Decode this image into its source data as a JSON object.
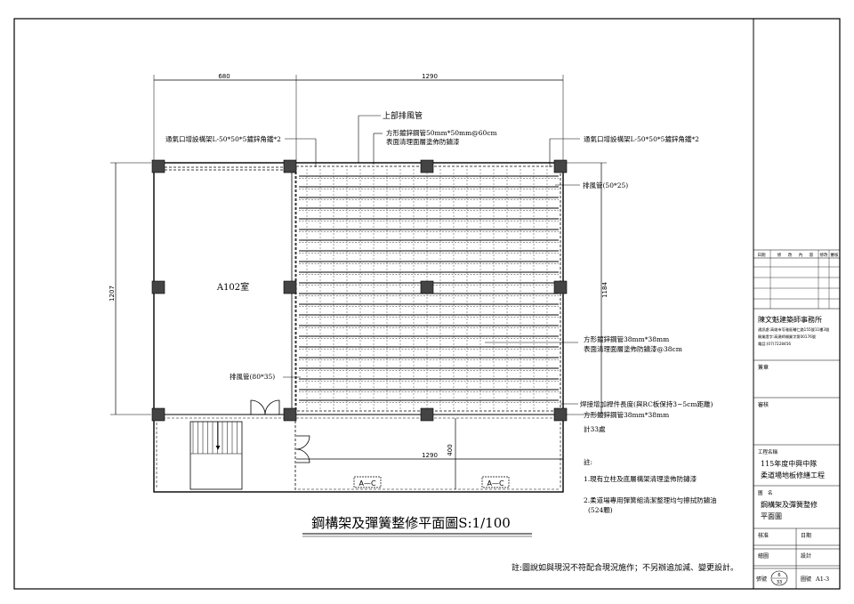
{
  "drawing": {
    "title": "鋼構架及彈簧整修平面圖S:1/100",
    "room_label": "A102室",
    "dimensions": {
      "left_width": "680",
      "right_width": "1290",
      "bottom_width": "1290",
      "left_height": "1207",
      "right_height": "1184",
      "bottom_height": "400"
    },
    "annotations": {
      "upper_exhaust": "上部排風管",
      "square_pipe_50": "方形鍍鋅鋼管50mm*50mm@60cm",
      "surface_treatment_1": "表面清理面層塗佈防鏽漆",
      "vent_frame_left": "通氣口增設構架L-50*50*5鍍鋅角鐵*2",
      "vent_frame_right": "通氣口增設構架L-50*50*5鍍鋅角鐵*2",
      "exhaust_pipe_50": "排風管(50*25)",
      "square_pipe_38": "方形鍍鋅鋼管38mm*38mm",
      "surface_treatment_2": "表面清理面層塗佈防鏽漆@38cm",
      "exhaust_pipe_80": "排風管(80*35)",
      "weld_note": "焊接增加桿件長度(與RC板保持3~5cm距離)",
      "square_pipe_38b": "方形鍍鋅鋼管38mm*38mm",
      "count": "計33處",
      "section_mark_1": "A—C",
      "section_mark_2": "A—C"
    },
    "notes": {
      "heading": "註:",
      "note1": "1.現有立柱及底層構架清理塗佈防鏽漆",
      "note2a": "2.柔道場專用彈簧組清潔整理均勻擦拭防鏽油",
      "note2b": "(524顆)"
    },
    "footer_note": "註:圖說如與現況不符配合現況施作；不另辦追加減、變更設計。"
  },
  "title_block": {
    "revision_headers": [
      "日期",
      "修",
      "改",
      "內",
      "容",
      "修改",
      "審核"
    ],
    "firm_name": "陳文魁建築師事務所",
    "firm_address": "通訊處:高雄市苓雅區輔仁路155號11樓3號",
    "firm_license": "開業證字:高建師開業字第00176號",
    "firm_phone": "電話:(07)7228456",
    "label_stamp": "簽章",
    "label_review": "審核",
    "project_label": "工程名稱",
    "project_name_1": "115年度中興中隊",
    "project_name_2": "柔道場地板修繕工程",
    "drawing_label": "圖　名",
    "drawing_name_1": "鋼構架及彈簧整修",
    "drawing_name_2": "平面圖",
    "approve_label": "核准",
    "date_label": "日期",
    "draw_label": "繪圖",
    "design_label": "設計",
    "sheet_label": "張號",
    "sheet_num": "6",
    "sheet_total": "33",
    "drawing_no_label": "圖號",
    "drawing_no": "A1-3"
  }
}
